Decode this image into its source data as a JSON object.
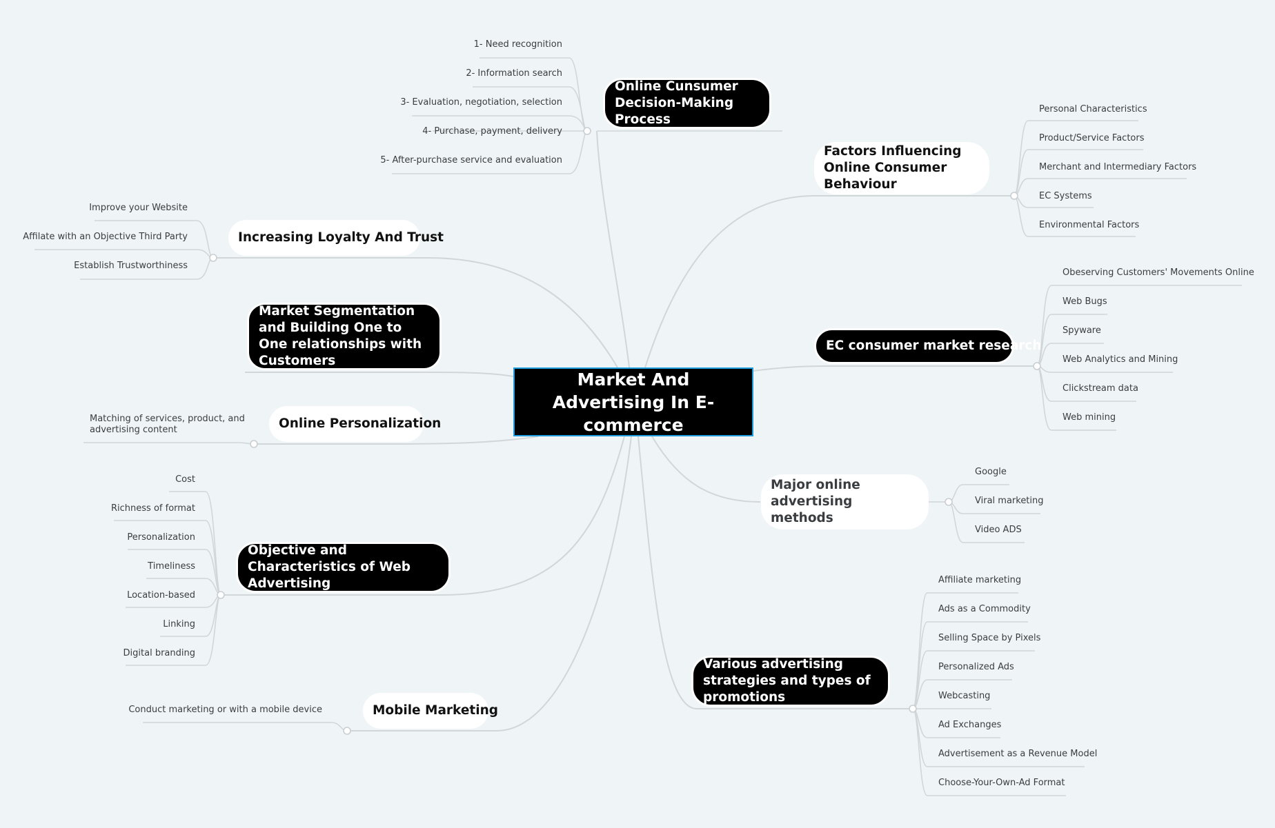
{
  "root": {
    "title": "Market And Advertising In E-commerce"
  },
  "topics": {
    "decision": {
      "label": "Online Cunsumer Decision-Making Process",
      "items": [
        "1- Need recognition",
        "2- Information search",
        "3- Evaluation, negotiation, selection",
        "4- Purchase, payment, delivery",
        "5- After-purchase service and evaluation"
      ]
    },
    "factors": {
      "label": "Factors Influencing Online Consumer Behaviour",
      "items": [
        "Personal Characteristics",
        "Product/Service Factors",
        "Merchant and Intermediary Factors",
        "EC Systems",
        "Environmental Factors"
      ]
    },
    "loyalty": {
      "label": "Increasing Loyalty And Trust",
      "items": [
        "Improve your Website",
        "Affilate with an Objective Third Party",
        "Establish Trustworthiness"
      ]
    },
    "research": {
      "label": "EC consumer market research",
      "items": [
        "Obeserving Customers' Movements Online",
        "Web Bugs",
        "Spyware",
        "Web Analytics and Mining",
        "Clickstream data",
        "Web mining"
      ]
    },
    "segmentation": {
      "label": "Market Segmentation and Building One to One relationships with Customers",
      "items": []
    },
    "personalization": {
      "label": "Online Personalization",
      "items": [
        "Matching of services, product, and advertising content"
      ]
    },
    "methods": {
      "label": "Major online advertising methods",
      "items": [
        "Google",
        "Viral marketing",
        "Video ADS"
      ]
    },
    "objective": {
      "label": "Objective and Characteristics of Web Advertising",
      "items": [
        "Cost",
        "Richness of format",
        "Personalization",
        "Timeliness",
        "Location-based",
        "Linking",
        "Digital branding"
      ]
    },
    "strategies": {
      "label": "Various advertising strategies and types of promotions",
      "items": [
        "Affiliate marketing",
        "Ads as a Commodity",
        "Selling Space by Pixels",
        "Personalized Ads",
        "Webcasting",
        "Ad Exchanges",
        "Advertisement as a Revenue Model",
        "Choose-Your-Own-Ad Format"
      ]
    },
    "mobile": {
      "label": "Mobile Marketing",
      "items": [
        "Conduct marketing or with a mobile device"
      ]
    }
  }
}
